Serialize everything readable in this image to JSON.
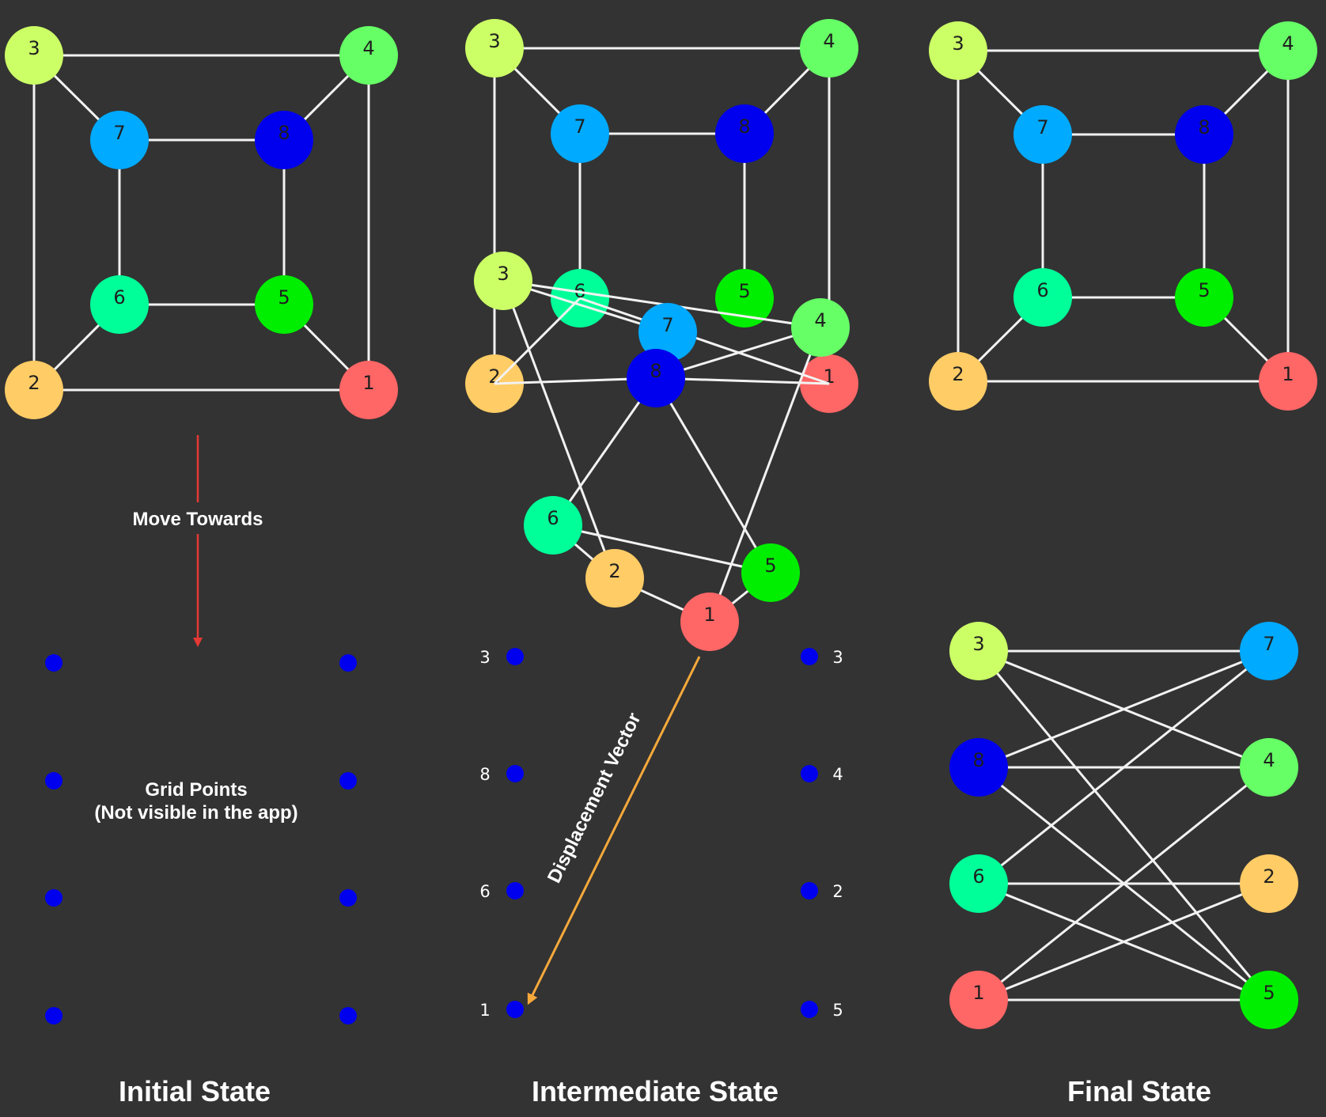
{
  "colors": {
    "background": "#333333",
    "edge": "#f2f2f2",
    "grid_point": "#0000ee",
    "arrow_move": "#e53935",
    "arrow_displacement": "#f6a93b",
    "nodes": {
      "1": "#ff6666",
      "2": "#ffcc66",
      "3": "#ccff66",
      "4": "#66ff66",
      "5": "#00ee00",
      "6": "#00ff99",
      "7": "#00aaff",
      "8": "#0000ee"
    }
  },
  "titles": {
    "initial": "Initial State",
    "intermediate": "Intermediate State",
    "final": "Final State"
  },
  "annotations": {
    "move_towards": "Move Towards",
    "grid_points_line1": "Grid Points",
    "grid_points_line2": "(Not visible in the app)",
    "displacement_vector": "Displacement Vector"
  },
  "node_labels": [
    "1",
    "2",
    "3",
    "4",
    "5",
    "6",
    "7",
    "8"
  ],
  "cube_edges": [
    [
      "3",
      "4"
    ],
    [
      "3",
      "2"
    ],
    [
      "4",
      "1"
    ],
    [
      "2",
      "1"
    ],
    [
      "3",
      "7"
    ],
    [
      "4",
      "8"
    ],
    [
      "2",
      "6"
    ],
    [
      "1",
      "5"
    ],
    [
      "7",
      "8"
    ],
    [
      "7",
      "6"
    ],
    [
      "8",
      "5"
    ],
    [
      "6",
      "5"
    ]
  ],
  "bipartite": {
    "left": [
      "3",
      "8",
      "6",
      "1"
    ],
    "right": [
      "7",
      "4",
      "2",
      "5"
    ],
    "edges": [
      [
        "3",
        "7"
      ],
      [
        "3",
        "4"
      ],
      [
        "3",
        "5"
      ],
      [
        "8",
        "7"
      ],
      [
        "8",
        "4"
      ],
      [
        "8",
        "5"
      ],
      [
        "6",
        "7"
      ],
      [
        "6",
        "2"
      ],
      [
        "6",
        "5"
      ],
      [
        "1",
        "4"
      ],
      [
        "1",
        "2"
      ],
      [
        "1",
        "5"
      ]
    ]
  },
  "grid_labels": {
    "left": [
      "3",
      "8",
      "6",
      "1"
    ],
    "right": [
      "3",
      "4",
      "2",
      "5"
    ]
  }
}
